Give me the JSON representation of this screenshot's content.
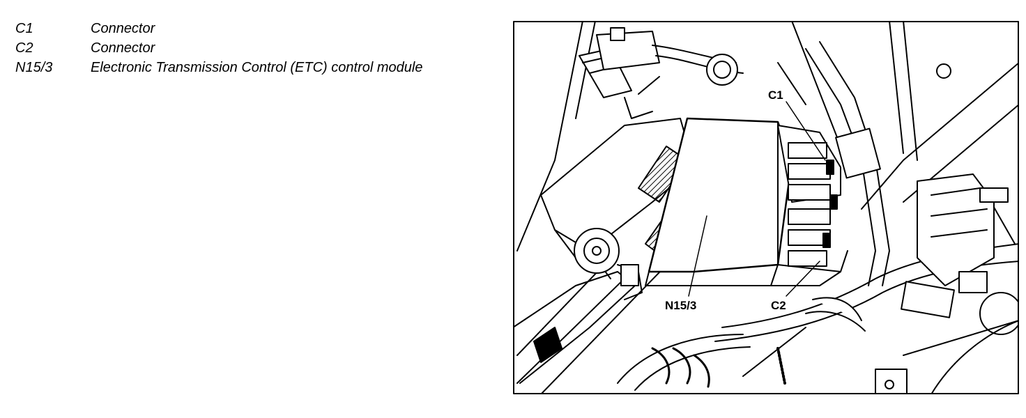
{
  "legend": [
    {
      "code": "C1",
      "description": "Connector"
    },
    {
      "code": "C2",
      "description": "Connector"
    },
    {
      "code": "N15/3",
      "description": "Electronic Transmission Control (ETC) control module"
    }
  ],
  "figure": {
    "callouts": {
      "c1": "C1",
      "c2": "C2",
      "n15_3": "N15/3"
    }
  }
}
